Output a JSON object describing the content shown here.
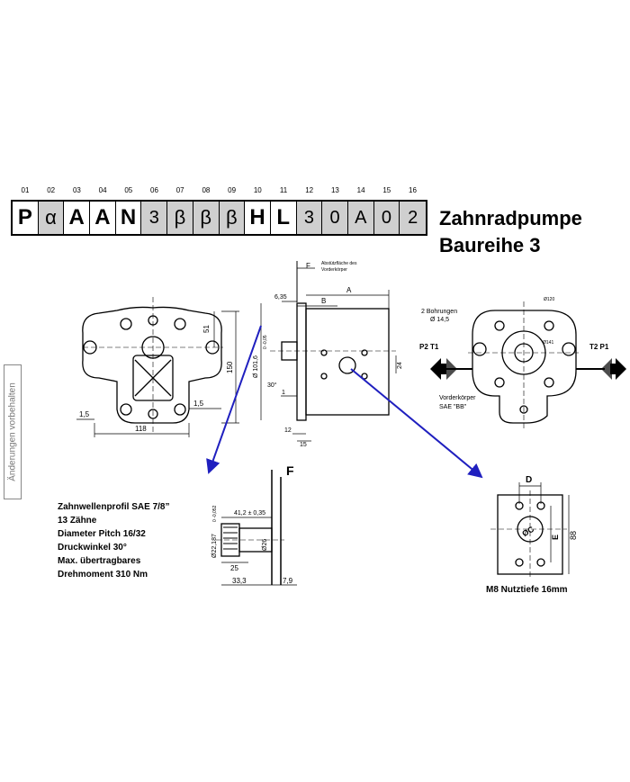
{
  "type_code": {
    "positions": [
      "01",
      "02",
      "03",
      "04",
      "05",
      "06",
      "07",
      "08",
      "09",
      "10",
      "11",
      "12",
      "13",
      "14",
      "15",
      "16"
    ],
    "cells": [
      {
        "char": "P",
        "shaded": false,
        "greek": false
      },
      {
        "char": "α",
        "shaded": true,
        "greek": true
      },
      {
        "char": "A",
        "shaded": false,
        "greek": false
      },
      {
        "char": "A",
        "shaded": false,
        "greek": false
      },
      {
        "char": "N",
        "shaded": false,
        "greek": false
      },
      {
        "char": "3",
        "shaded": true,
        "greek": false
      },
      {
        "char": "β",
        "shaded": true,
        "greek": true
      },
      {
        "char": "β",
        "shaded": true,
        "greek": true
      },
      {
        "char": "β",
        "shaded": true,
        "greek": true
      },
      {
        "char": "H",
        "shaded": false,
        "greek": false
      },
      {
        "char": "L",
        "shaded": false,
        "greek": false
      },
      {
        "char": "3",
        "shaded": true,
        "greek": false
      },
      {
        "char": "0",
        "shaded": true,
        "greek": false
      },
      {
        "char": "A",
        "shaded": true,
        "greek": false
      },
      {
        "char": "0",
        "shaded": true,
        "greek": false
      },
      {
        "char": "2",
        "shaded": true,
        "greek": false
      }
    ]
  },
  "title": {
    "line1": "Zahnradpumpe",
    "line2": "Baureihe 3"
  },
  "side_note": "Änderungen vorbehalten",
  "front_view": {
    "dim_51": "51",
    "dim_150": "150",
    "dim_1_5_left": "1,5",
    "dim_1_5_right": "1,5",
    "dim_118": "118"
  },
  "side_view": {
    "label_F": "F",
    "note_line1": "Abstützfläche des",
    "note_line2": "Vorderkörper",
    "dim_A": "A",
    "dim_B": "B",
    "dim_6_35": "6,35",
    "dim_dia": "Ø 101,6",
    "dim_tol": "0 -0,05",
    "dim_30deg": "30°",
    "dim_1": "1",
    "dim_12": "12",
    "dim_15": "15",
    "dim_24": "24"
  },
  "rear_view": {
    "bores_line1": "2 Bohrungen",
    "bores_line2": "Ø 14,5",
    "p2t1": "P2 T1",
    "t2p1": "T2 P1",
    "body_line1": "Vorderkörper",
    "body_line2": "SAE \"BB\"",
    "dia120": "Ø120",
    "dia141": "Ø141"
  },
  "shaft_detail": {
    "label_F": "F",
    "dim_41": "41,2 ± 0,35",
    "dim_22": "Ø22,187",
    "dim_tol": "0 -0,052",
    "dim_26": "Ø26",
    "dim_25": "25",
    "dim_33": "33,3",
    "dim_7_9": "7,9"
  },
  "spec": {
    "lines": [
      "Zahnwellenprofil SAE 7/8”",
      "13 Zähne",
      "Diameter Pitch 16/32",
      "Druckwinkel 30°",
      "Max. übertragbares",
      "Drehmoment 310 Nm"
    ]
  },
  "port_detail": {
    "dim_D": "D",
    "dim_88": "88",
    "dim_E": "E",
    "label_dc": "ØC",
    "caption": "M8 Nutztiefe 16mm"
  },
  "colors": {
    "arrow": "#1f1fbf",
    "shade": "#cfcfcf"
  }
}
